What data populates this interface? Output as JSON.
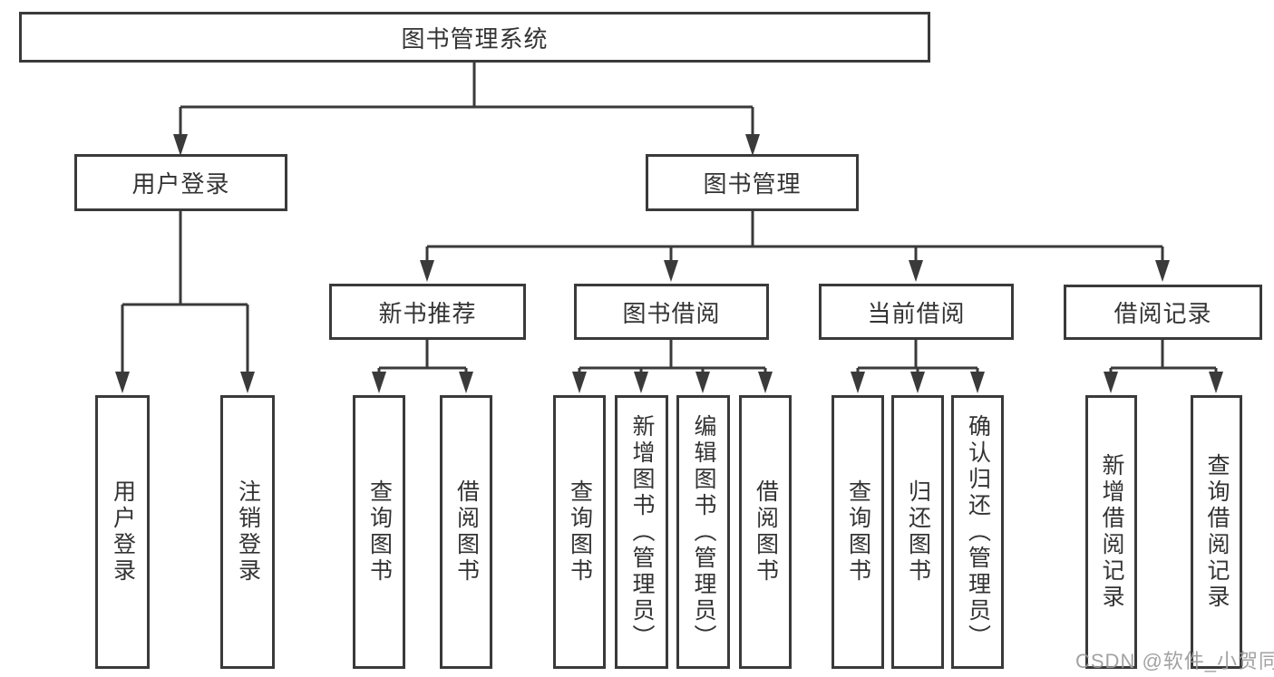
{
  "diagram": {
    "type": "tree",
    "title": "图书管理系统",
    "children": [
      {
        "label": "用户登录",
        "children": [
          {
            "label": "用户登录"
          },
          {
            "label": "注销登录"
          }
        ]
      },
      {
        "label": "图书管理",
        "children": [
          {
            "label": "新书推荐",
            "children": [
              {
                "label": "查询图书"
              },
              {
                "label": "借阅图书"
              }
            ]
          },
          {
            "label": "图书借阅",
            "children": [
              {
                "label": "查询图书"
              },
              {
                "label": "新增图书（管理员）"
              },
              {
                "label": "编辑图书（管理员）"
              },
              {
                "label": "借阅图书"
              }
            ]
          },
          {
            "label": "当前借阅",
            "children": [
              {
                "label": "查询图书"
              },
              {
                "label": "归还图书"
              },
              {
                "label": "确认归还（管理员）"
              }
            ]
          },
          {
            "label": "借阅记录",
            "children": [
              {
                "label": "新增借阅记录"
              },
              {
                "label": "查询借阅记录"
              }
            ]
          }
        ]
      }
    ]
  },
  "watermark": {
    "text": "CSDN @软件_小贺同学"
  },
  "colors": {
    "line": "#3a3a3a",
    "text": "#333333",
    "watermark": "#9b9b9b",
    "background": "#ffffff"
  }
}
